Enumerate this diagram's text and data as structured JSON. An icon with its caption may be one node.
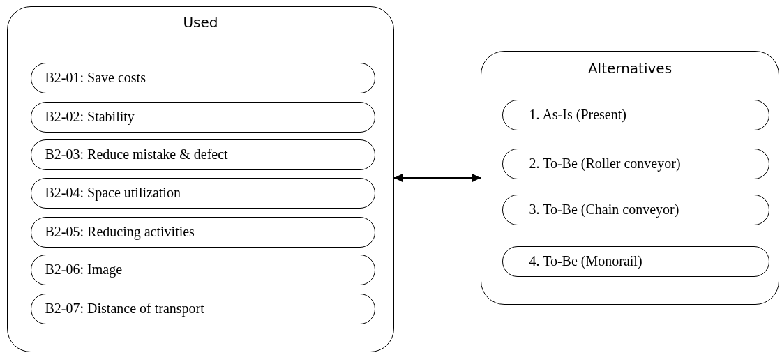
{
  "diagram": {
    "nodes": [
      {
        "text": [
          "Used"
        ]
      },
      {
        "text": [
          "B2-01: Save costs"
        ],
        "in": 0
      },
      {
        "text": [
          "B2-02: Stability"
        ],
        "in": 0
      },
      {
        "text": [
          "B2-03: Reduce mistake & defect"
        ],
        "in": 0
      },
      {
        "text": [
          "B2-04: Space utilization"
        ],
        "in": 0
      },
      {
        "text": [
          "B2-05: Reducing activities"
        ],
        "in": 0
      },
      {
        "text": [
          "B2-06: Image"
        ],
        "in": 0
      },
      {
        "text": [
          "B2-07: Distance of transport"
        ],
        "in": 0
      },
      {
        "text": [
          "Alternatives"
        ]
      },
      {
        "text": [
          "1. As-Is (Present)"
        ],
        "in": 8
      },
      {
        "text": [
          "2. To-Be (Roller conveyor)"
        ],
        "in": 8
      },
      {
        "text": [
          "3. To-Be (Chain conveyor)"
        ],
        "in": 8
      },
      {
        "text": [
          "4. To-Be (Monorail)"
        ],
        "in": 8
      }
    ],
    "edges": [
      {
        "from": 0,
        "to": 8,
        "arrow": "both"
      }
    ]
  }
}
